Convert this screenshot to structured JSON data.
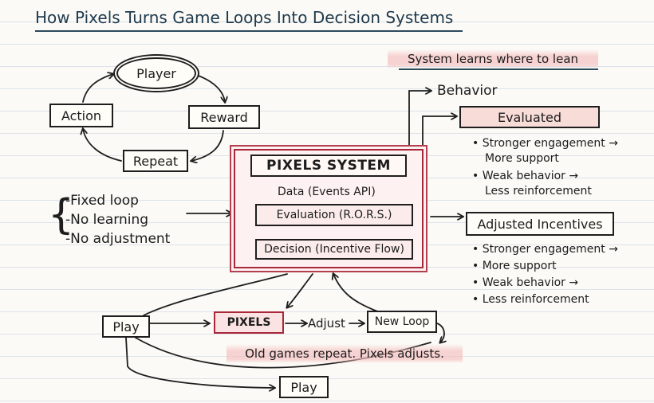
{
  "title": "How Pixels Turns Game Loops Into Decision Systems",
  "callout": "System learns where to lean",
  "loop": {
    "player": "Player",
    "action": "Action",
    "reward": "Reward",
    "repeat": "Repeat"
  },
  "old_loop": [
    "-Fixed loop",
    "-No learning",
    "-No adjustment"
  ],
  "system": {
    "title": "PIXELS SYSTEM",
    "data": "Data (Events API)",
    "evaluation": "Evaluation (R.O.R.S.)",
    "decision": "Decision (Incentive Flow)"
  },
  "behavior_label": "Behavior",
  "evaluated": {
    "label": "Evaluated",
    "lines": [
      "• Stronger engagement →",
      "More support",
      "• Weak behavior →",
      "Less reinforcement"
    ]
  },
  "adjusted": {
    "label": "Adjusted Incentives",
    "lines": [
      "• Stronger engagement →",
      "• More support",
      "• Weak behavior →",
      "• Less reinforcement"
    ]
  },
  "bottom": {
    "play": "Play",
    "pixels": "PIXELS",
    "adjust": "Adjust",
    "new_loop": "New Loop",
    "play2": "Play",
    "caption": "Old games repeat. Pixels adjusts."
  }
}
